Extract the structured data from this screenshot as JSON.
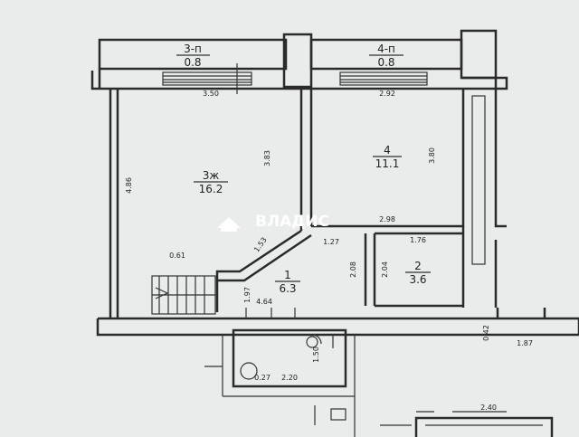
{
  "rooms": {
    "r3p": {
      "code": "3-п",
      "area": "0.8"
    },
    "r4p": {
      "code": "4-п",
      "area": "0.8"
    },
    "r3": {
      "code": "3ж",
      "area": "16.2"
    },
    "r4": {
      "code": "4",
      "area": "11.1"
    },
    "r1": {
      "code": "1",
      "area": "6.3"
    },
    "r2": {
      "code": "2",
      "area": "3.6"
    }
  },
  "dims": {
    "d350": "3.50",
    "d292": "2.92",
    "d486": "4.86",
    "d383": "3.83",
    "d380": "3.80",
    "d298": "2.98",
    "d153": "1.53",
    "d127": "1.27",
    "d176": "1.76",
    "d208": "2.08",
    "d204": "2.04",
    "d464": "4.64",
    "d197": "1.97",
    "d061": "0.61",
    "d220": "2.20",
    "d027": "0.27",
    "d042": "0.42",
    "d187": "1.87",
    "d240": "2.40",
    "d150": "1.50"
  },
  "watermark": {
    "text": "ВЛАДИС"
  }
}
